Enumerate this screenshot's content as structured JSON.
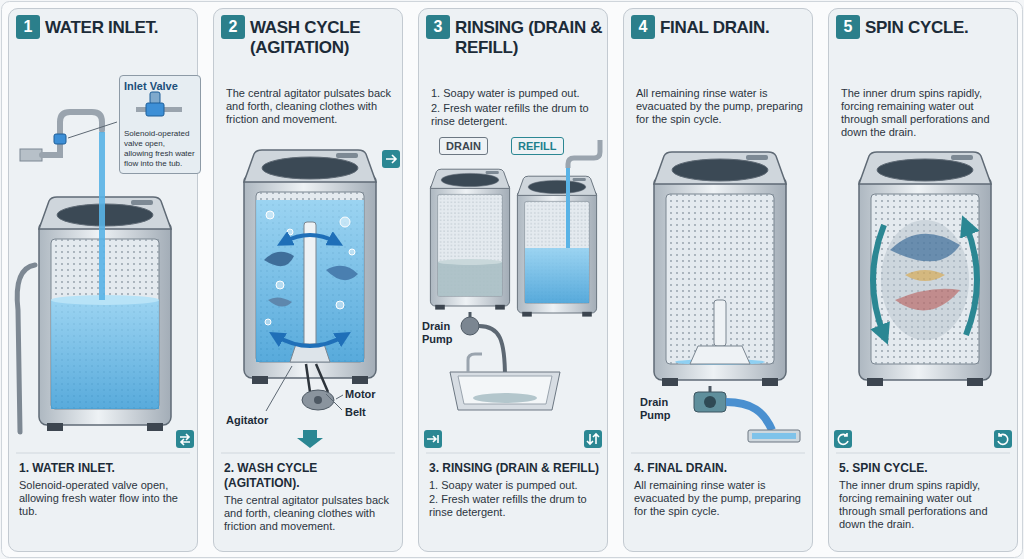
{
  "diagram": {
    "nodes": [
      {
        "text": [
          "WATER INLET.",
          "1. WATER INLET.",
          "Solenoid-operated valve open, allowing fresh water flow into the tub."
        ]
      },
      {
        "text": [
          "1"
        ],
        "in": 0
      },
      {
        "text": [
          "Inlet Valve",
          "Solenoid-operated valve open, allowing fresh water flow into the tub."
        ],
        "in": 0
      },
      {
        "text": [
          "WASH CYCLE (AGITATION)",
          "The central agitator pulsates back and forth, cleaning clothes with friction and movement.",
          "2. WASH CYCLE (AGITATION).",
          "The central agitator pulsates back and forth, cleaning clothes with friction and movement."
        ]
      },
      {
        "text": [
          "2"
        ],
        "in": 3
      },
      {
        "text": [
          "RINSING (DRAIN & REFILL)",
          "1. Soapy water is pumped out.",
          "2. Fresh water refills the drum to rinse detergent.",
          "3. RINSING (DRAIN & REFILL)",
          "1. Soapy water is pumped out.",
          "2. Fresh water refills the drum to rinse detergent."
        ]
      },
      {
        "text": [
          "3"
        ],
        "in": 5
      },
      {
        "text": [
          "DRAIN"
        ],
        "in": 5
      },
      {
        "text": [
          "REFILL"
        ],
        "in": 5
      },
      {
        "text": [
          "FINAL DRAIN.",
          "All remaining rinse water is evacuated by the pump, preparing for the spin cycle.",
          "4. FINAL DRAIN.",
          "All remaining rinse water is evacuated by the pump, preparing for the spin cycle."
        ]
      },
      {
        "text": [
          "4"
        ],
        "in": 9
      },
      {
        "text": [
          "SPIN CYCLE.",
          "The inner drum spins rapidly, forcing remaining water out through small perforations and down the drain.",
          "5. SPIN CYCLE.",
          "The inner drum spins rapidly, forcing remaining water out through small perforations and down the drain."
        ]
      },
      {
        "text": [
          "5"
        ],
        "in": 11
      }
    ],
    "labels": [
      "Motor",
      "Agitator",
      "Belt",
      "Drain Pump",
      "Drain Pump"
    ]
  }
}
